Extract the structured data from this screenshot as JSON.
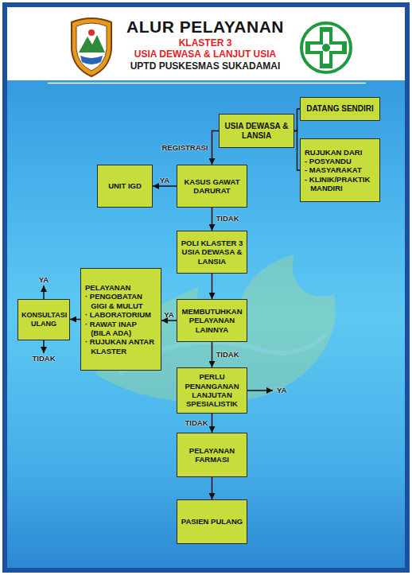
{
  "diagram": {
    "title": "ALUR PELAYANAN",
    "nodes": [
      {
        "text": [
          "USIA DEWASA & LANSIA"
        ]
      },
      {
        "text": [
          "DATANG SENDIRI"
        ]
      },
      {
        "text": [
          "RUJUKAN DARI",
          "- POSYANDU",
          "- MASYARAKAT",
          "- KLINIK/PRAKTIK MANDIRI"
        ]
      },
      {
        "text": [
          "UNIT IGD"
        ]
      },
      {
        "text": [
          "KASUS GAWAT DARURAT"
        ]
      },
      {
        "text": [
          "POLI KLASTER 3 USIA DEWASA & LANSIA"
        ]
      },
      {
        "text": [
          "KONSULTASI ULANG"
        ]
      },
      {
        "text": [
          "PELAYANAN",
          "· PENGOBATAN GIGI & MULUT",
          "· LABORATORIUM",
          "· RAWAT INAP (BILA ADA)",
          "· RUJUKAN ANTAR KLASTER"
        ]
      },
      {
        "text": [
          "MEMBUTUHKAN PELAYANAN LAINNYA"
        ]
      },
      {
        "text": [
          "PERLU PENANGANAN LANJUTAN SPESIALISTIK"
        ]
      },
      {
        "text": [
          "PELAYANAN FARMASI"
        ]
      },
      {
        "text": [
          "PASIEN PULANG"
        ]
      }
    ],
    "edges": [
      {
        "from": 1,
        "to": 0,
        "arrow": "none"
      },
      {
        "from": 2,
        "to": 0,
        "arrow": "none"
      },
      {
        "from": 0,
        "to": 4,
        "label": "REGISTRASI",
        "arrow": "to"
      },
      {
        "from": 4,
        "to": 3,
        "label": "YA",
        "arrow": "to"
      },
      {
        "from": 4,
        "to": 5,
        "label": "TIDAK",
        "arrow": "to"
      },
      {
        "from": 5,
        "to": 8,
        "arrow": "to"
      },
      {
        "from": 8,
        "to": 7,
        "label": "YA",
        "arrow": "to"
      },
      {
        "from": 7,
        "to": 6,
        "arrow": "to"
      },
      {
        "from": 8,
        "to": 9,
        "label": "TIDAK",
        "arrow": "to"
      },
      {
        "from": 9,
        "to": 10,
        "label": "TIDAK",
        "arrow": "to"
      },
      {
        "from": 10,
        "to": 11,
        "arrow": "to"
      }
    ],
    "labels": [
      "KLASTER 3",
      "USIA DEWASA & LANJUT USIA",
      "UPTD PUSKESMAS SUKADAMAI",
      "YA",
      "TIDAK",
      "YA"
    ]
  }
}
